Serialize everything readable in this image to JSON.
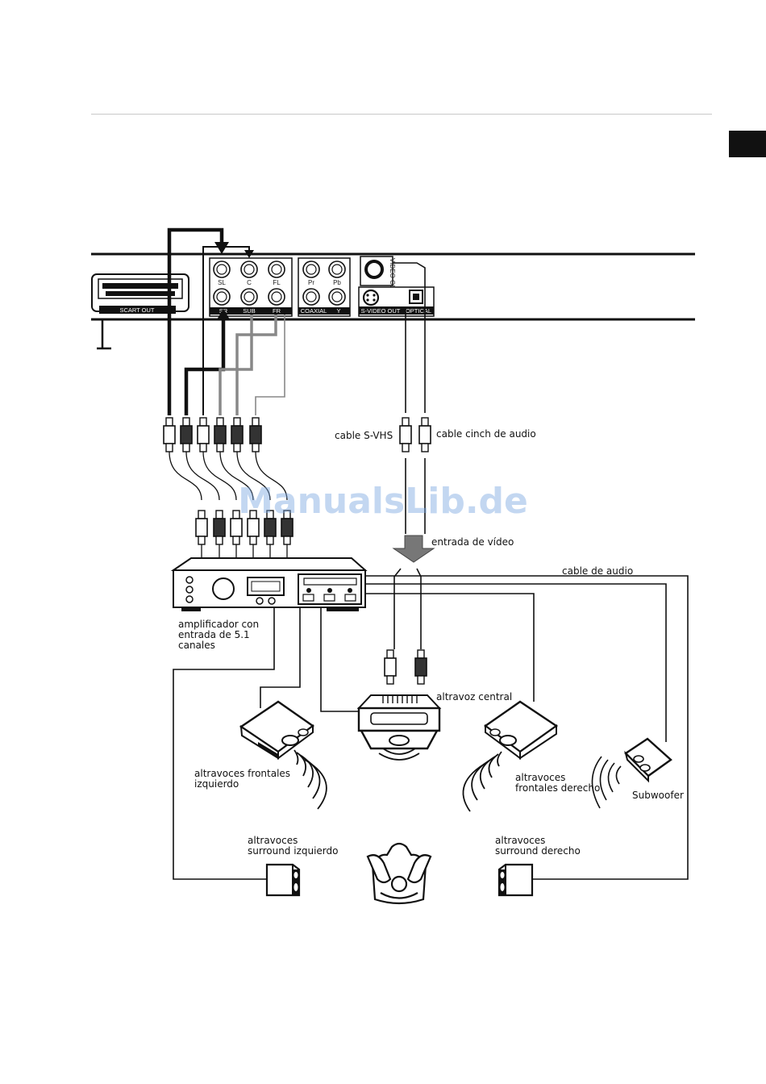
{
  "panel": {
    "scart_label": "SCART OUT",
    "ports_51": [
      "SL",
      "C",
      "FL",
      "SR",
      "SUB",
      "FR"
    ],
    "ports_component": [
      "Pr",
      "Pb"
    ],
    "coaxial_label": "COAXIAL",
    "y_label": "Y",
    "video_out_label": "VIDEO OUT",
    "svideo_out_label": "S-VIDEO OUT",
    "optical_label": "OPTICAL"
  },
  "labels": {
    "cable_svhs": "cable S-VHS",
    "cable_cinch": "cable cinch de audio",
    "entrada_video": "entrada de vídeo",
    "cable_audio": "cable de audio",
    "amp_line1": "amplificador con",
    "amp_line2": "entrada de 5.1",
    "amp_line3": "canales",
    "center": "altravoz central",
    "front_left_1": "altravoces frontales",
    "front_left_2": "izquierdo",
    "front_right_1": "altravoces",
    "front_right_2": "frontales derecho",
    "subwoofer": "Subwoofer",
    "surround_left_1": "altravoces",
    "surround_left_2": "surround izquierdo",
    "surround_right_1": "altravoces",
    "surround_right_2": "surround derecho"
  },
  "watermark": "ManualsLib.de"
}
